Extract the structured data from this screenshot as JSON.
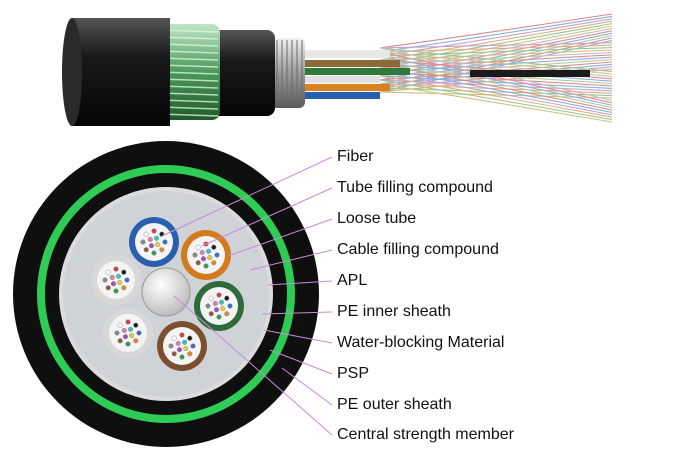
{
  "labels": [
    {
      "key": "fiber",
      "text": "Fiber"
    },
    {
      "key": "tube-filling-compound",
      "text": "Tube filling  compound"
    },
    {
      "key": "loose-tube",
      "text": "Loose tube"
    },
    {
      "key": "cable-filling-compound",
      "text": "Cable filling compound"
    },
    {
      "key": "apl",
      "text": "APL"
    },
    {
      "key": "pe-inner-sheath",
      "text": "PE inner sheath"
    },
    {
      "key": "water-blocking-material",
      "text": "Water-blocking Material"
    },
    {
      "key": "psp",
      "text": "PSP"
    },
    {
      "key": "pe-outer-sheath",
      "text": "PE outer sheath"
    },
    {
      "key": "central-strength-member",
      "text": "Central strength member"
    }
  ],
  "colors": {
    "outer_sheath": "#0f0f0f",
    "psp_ring": "#2ecc55",
    "leader_line": "#c98ad8",
    "tube_blue": "#2a5fb0",
    "tube_orange": "#d27a1c",
    "tube_green": "#2f6b3a",
    "tube_brown": "#7a5030",
    "tube_white": "#d8d8d8"
  }
}
